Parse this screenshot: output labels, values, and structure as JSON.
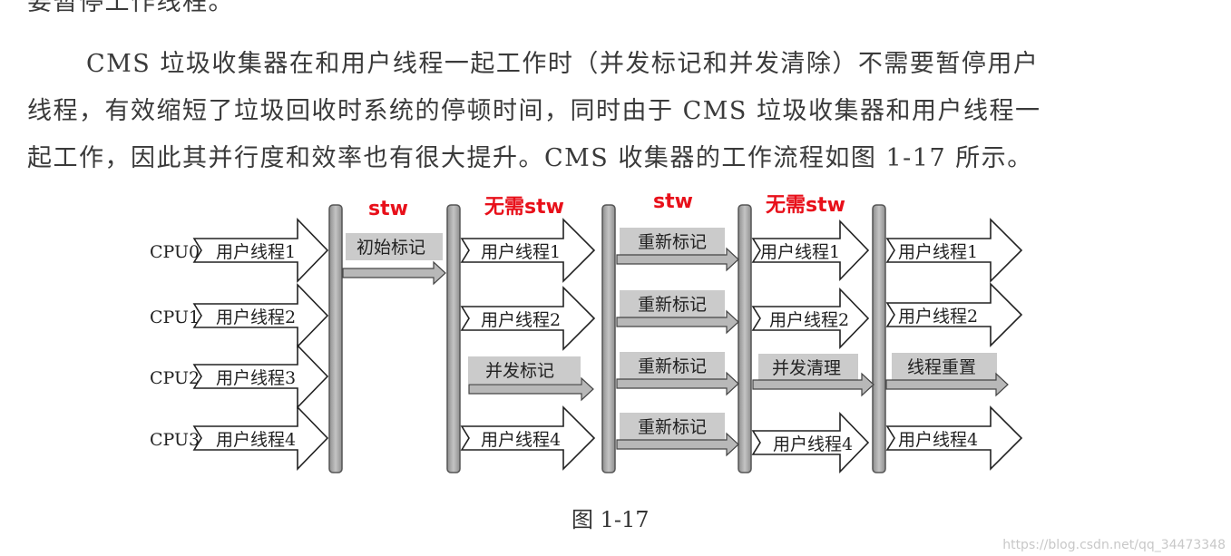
{
  "paragraph": {
    "line0": "要暂停工作线程。",
    "line1": "CMS 垃圾收集器在和用户线程一起工作时（并发标记和并发清除）不需要暂停用户",
    "line2": "线程，有效缩短了垃圾回收时系统的停顿时间，同时由于 CMS 垃圾收集器和用户线程一",
    "line3": "起工作，因此其并行度和效率也有很大提升。CMS 收集器的工作流程如图 1-17 所示。"
  },
  "figure": {
    "annotations": [
      "stw",
      "无需stw",
      "stw",
      "无需stw"
    ],
    "cpus": [
      "CPU0",
      "CPU1",
      "CPU2",
      "CPU3"
    ],
    "phase1": {
      "user": [
        "用户线程1",
        "用户线程2",
        "用户线程3",
        "用户线程4"
      ],
      "gc": "初始标记"
    },
    "phase2": {
      "user": [
        "用户线程1",
        "用户线程2",
        "用户线程4"
      ],
      "gc": "并发标记"
    },
    "phase3": {
      "gc": [
        "重新标记",
        "重新标记",
        "重新标记",
        "重新标记"
      ]
    },
    "phase4": {
      "user": [
        "用户线程1",
        "用户线程2",
        "用户线程4"
      ],
      "gc": "并发清理"
    },
    "phase5": {
      "user": [
        "用户线程1",
        "用户线程2",
        "用户线程4"
      ],
      "gc": "线程重置"
    },
    "caption": "图 1-17"
  },
  "watermark": "https://blog.csdn.net/qq_34473348",
  "colors": {
    "annotation": "#e8101a",
    "bar": "#a8a8a8",
    "gc_label_bg": "#c9c9c9"
  }
}
